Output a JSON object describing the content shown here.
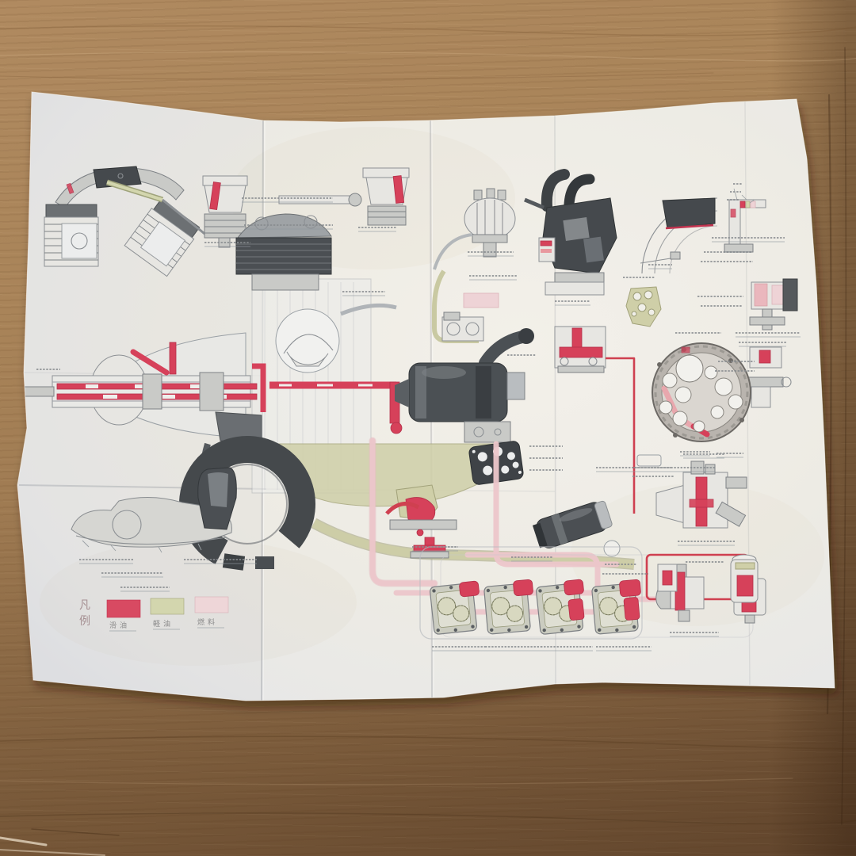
{
  "legend": {
    "title": "凡例",
    "title_char1": "凡",
    "title_char2": "例",
    "items": [
      {
        "label": "滑油",
        "color": "#d84a62"
      },
      {
        "label": "軽油",
        "color": "#d3d6ae"
      },
      {
        "label": "燃料",
        "color": "#eed6d8"
      }
    ]
  },
  "diagram": {
    "subject_components": [
      "v-twin-cylinder-section",
      "cylinder-head-section-a",
      "cylinder-head-section-b",
      "distributor-unit",
      "intake-manifold-cluster",
      "cowl-ring-arc-section",
      "mount-bracket-detail",
      "engine-longitudinal-section",
      "supercharger-unit",
      "rear-case-circular-view",
      "magneto-unit",
      "gear-pump-row",
      "carburetor-unit",
      "oil-cooler-circuit",
      "exhaust-collector-ring",
      "crankcase-casting-detail"
    ],
    "gear_pump_count": 4,
    "palette": {
      "oil_red": "#d6415a",
      "fuel_pink": "#ecc6ca",
      "intake_olive": "#cfcfa8",
      "ink_gray": "#8c9094",
      "dark_part": "#45494d",
      "paper": "#efece5",
      "wood": "#9c7850"
    }
  }
}
